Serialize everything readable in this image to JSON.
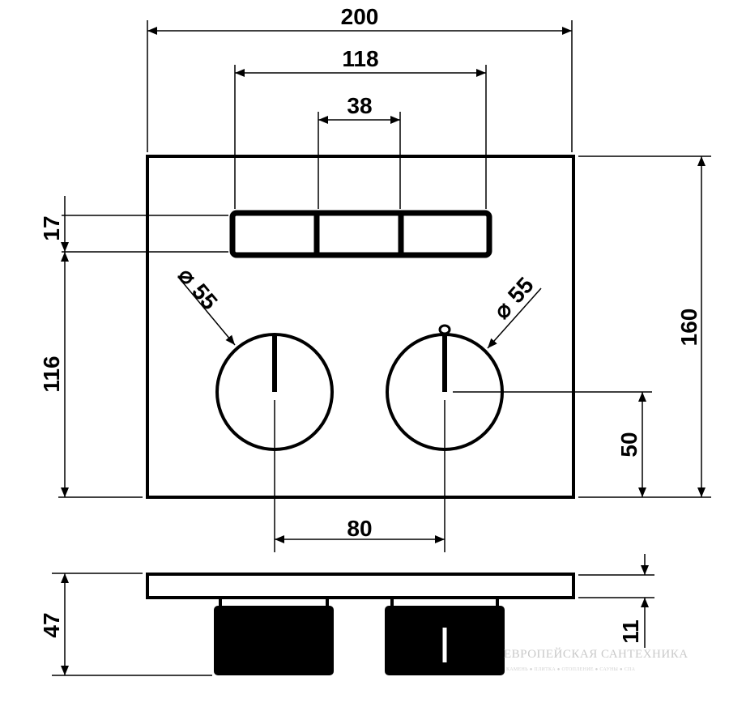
{
  "dimensions": {
    "overall_width": "200",
    "button_block_width": "118",
    "middle_button_width": "38",
    "button_height": "17",
    "buttons_to_bottom": "116",
    "overall_height": "160",
    "knob_diameter_left": "55",
    "knob_diameter_right": "55",
    "knob_center_height": "50",
    "knob_spacing": "80",
    "total_depth": "47",
    "plate_thickness": "11"
  },
  "symbols": {
    "diameter": "⌀"
  },
  "watermark": {
    "title": "ЕВРОПЕЙСКАЯ САНТЕХНИКА",
    "subtitle": "КАМЕНЬ ● ПЛИТКА ● ОТОПЛЕНИЕ ● САУНЫ ● СПА"
  },
  "colors": {
    "line": "#000000",
    "background": "#ffffff",
    "watermark": "#c9c9c9"
  }
}
